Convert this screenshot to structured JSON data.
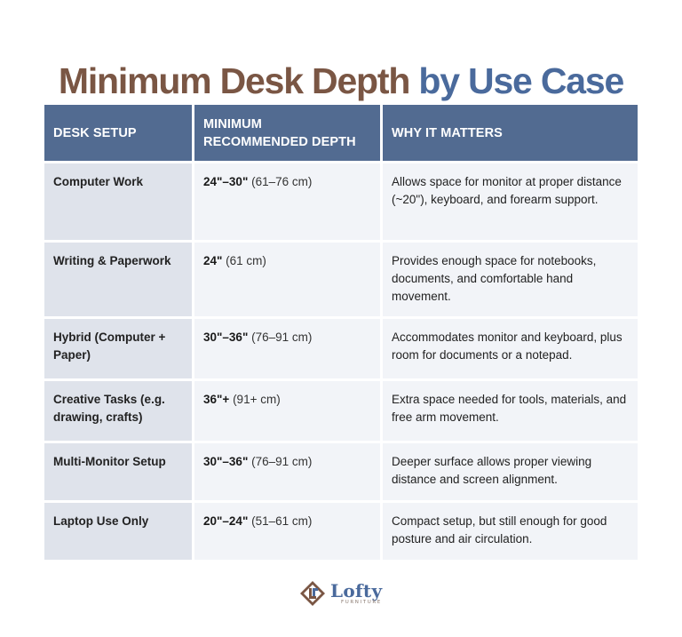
{
  "title": {
    "part1": "Minimum Desk Depth",
    "part2": "by Use Case"
  },
  "colors": {
    "title_brown": "#7a5644",
    "title_blue": "#4a6a9c",
    "header_bg": "#526b91",
    "first_col_bg": "#dfe3eb",
    "cell_bg": "#f2f4f8"
  },
  "table": {
    "headers": [
      "DESK SETUP",
      "MINIMUM RECOMMENDED DEPTH",
      "WHY IT MATTERS"
    ],
    "rows": [
      {
        "setup": "Computer Work",
        "depth_main": "24\"–30\"",
        "depth_metric": " (61–76 cm)",
        "why": "Allows space for monitor at proper distance (~20\"), keyboard, and forearm support."
      },
      {
        "setup": "Writing & Paperwork",
        "depth_main": "24\"",
        "depth_metric": " (61 cm)",
        "why": "Provides enough space for notebooks, documents, and comfortable hand movement."
      },
      {
        "setup": "Hybrid (Computer + Paper)",
        "depth_main": "30\"–36\"",
        "depth_metric": " (76–91 cm)",
        "why": "Accommodates monitor and keyboard, plus room for documents or a notepad."
      },
      {
        "setup": "Creative Tasks (e.g. drawing, crafts)",
        "depth_main": "36\"+",
        "depth_metric": " (91+ cm)",
        "why": "Extra space needed for tools, materials, and free arm movement."
      },
      {
        "setup": "Multi-Monitor Setup",
        "depth_main": "30\"–36\"",
        "depth_metric": " (76–91 cm)",
        "why": "Deeper surface allows proper viewing distance and screen alignment."
      },
      {
        "setup": "Laptop Use Only",
        "depth_main": "20\"–24\"",
        "depth_metric": " (51–61 cm)",
        "why": "Compact setup, but still enough for good posture and air circulation."
      }
    ]
  },
  "logo": {
    "icon": "lofty-furniture-logo-icon",
    "word": "Lofty",
    "sub": "FURNITURE"
  }
}
